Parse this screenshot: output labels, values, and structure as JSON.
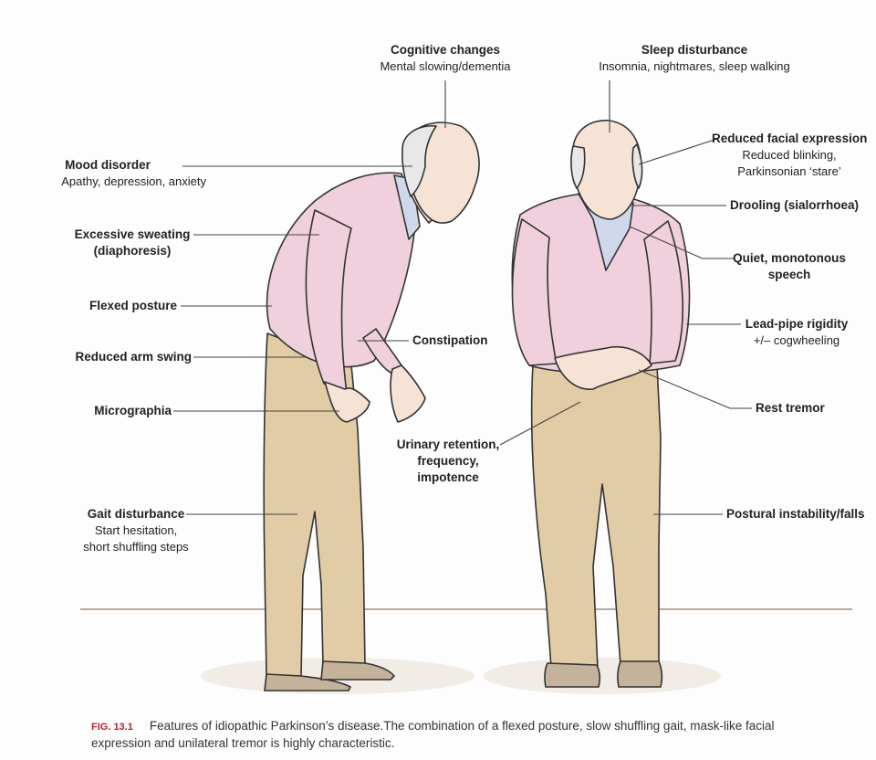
{
  "labels": {
    "cognitive": {
      "title": "Cognitive changes",
      "sub": "Mental slowing/dementia"
    },
    "mood": {
      "title": "Mood disorder",
      "sub": "Apathy, depression, anxiety"
    },
    "sweating": {
      "title": "Excessive sweating",
      "sub": "(diaphoresis)"
    },
    "flexed": {
      "title": "Flexed posture"
    },
    "armswing": {
      "title": "Reduced arm swing"
    },
    "micrographia": {
      "title": "Micrographia"
    },
    "gait": {
      "title": "Gait disturbance",
      "sub1": "Start hesitation,",
      "sub2": "short shuffling steps"
    },
    "constipation": {
      "title": "Constipation"
    },
    "urinary": {
      "line1": "Urinary retention,",
      "line2": "frequency,",
      "line3": "impotence"
    },
    "sleep": {
      "title": "Sleep disturbance",
      "sub": "Insomnia, nightmares, sleep walking"
    },
    "facial": {
      "title": "Reduced facial expression",
      "sub1": "Reduced blinking,",
      "sub2": "Parkinsonian ‘stare’"
    },
    "drooling": {
      "title": "Drooling (sialorrhoea)"
    },
    "speech": {
      "line1": "Quiet, monotonous",
      "line2": "speech"
    },
    "rigidity": {
      "title": "Lead-pipe rigidity",
      "sub": "+/– cogwheeling"
    },
    "tremor": {
      "title": "Rest tremor"
    },
    "postural": {
      "title": "Postural instability/falls"
    }
  },
  "caption": {
    "fig": "FIG. 13.1",
    "text": "Features of idiopathic Parkinson’s disease.The combination of a flexed posture, slow shuffling gait, mask-like facial expression and unilateral tremor is highly characteristic."
  },
  "colors": {
    "sweater": "#efd0dc",
    "trousers": "#e2cca6",
    "skin": "#f6e3d6",
    "hair": "#e8e8e8",
    "shirt": "#cfd8ea",
    "shoe": "#c4b39a",
    "leader": "#444444",
    "caption_fig": "#b0262b"
  }
}
